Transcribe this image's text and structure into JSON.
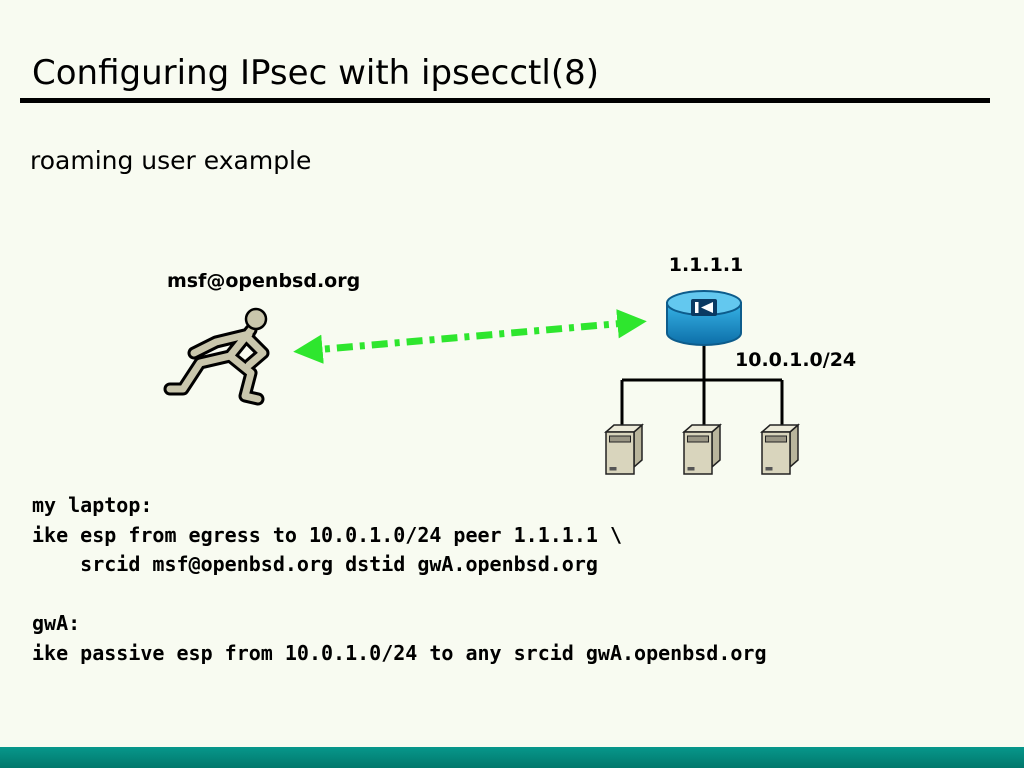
{
  "slide": {
    "title": "Configuring IPsec with ipsecctl(8)",
    "subtitle": "roaming user example"
  },
  "diagram": {
    "laptop_label": "msf@openbsd.org",
    "router_ip": "1.1.1.1",
    "subnet": "10.0.1.0/24",
    "icons": {
      "running_man": "running-man-icon",
      "router": "router-icon",
      "servers": "server-icon"
    },
    "colors": {
      "arrow_green": "#2ee62e",
      "router_blue_top": "#63c8ef",
      "router_blue_body": "#1583bd",
      "server_beige": "#d9d5bd"
    }
  },
  "code": {
    "lines": [
      "my laptop:",
      "ike esp from egress to 10.0.1.0/24 peer 1.1.1.1 \\",
      "    srcid msf@openbsd.org dstid gwA.openbsd.org",
      "",
      "gwA:",
      "ike passive esp from 10.0.1.0/24 to any srcid gwA.openbsd.org"
    ]
  },
  "footer": {
    "bar_color": "#04887b"
  }
}
